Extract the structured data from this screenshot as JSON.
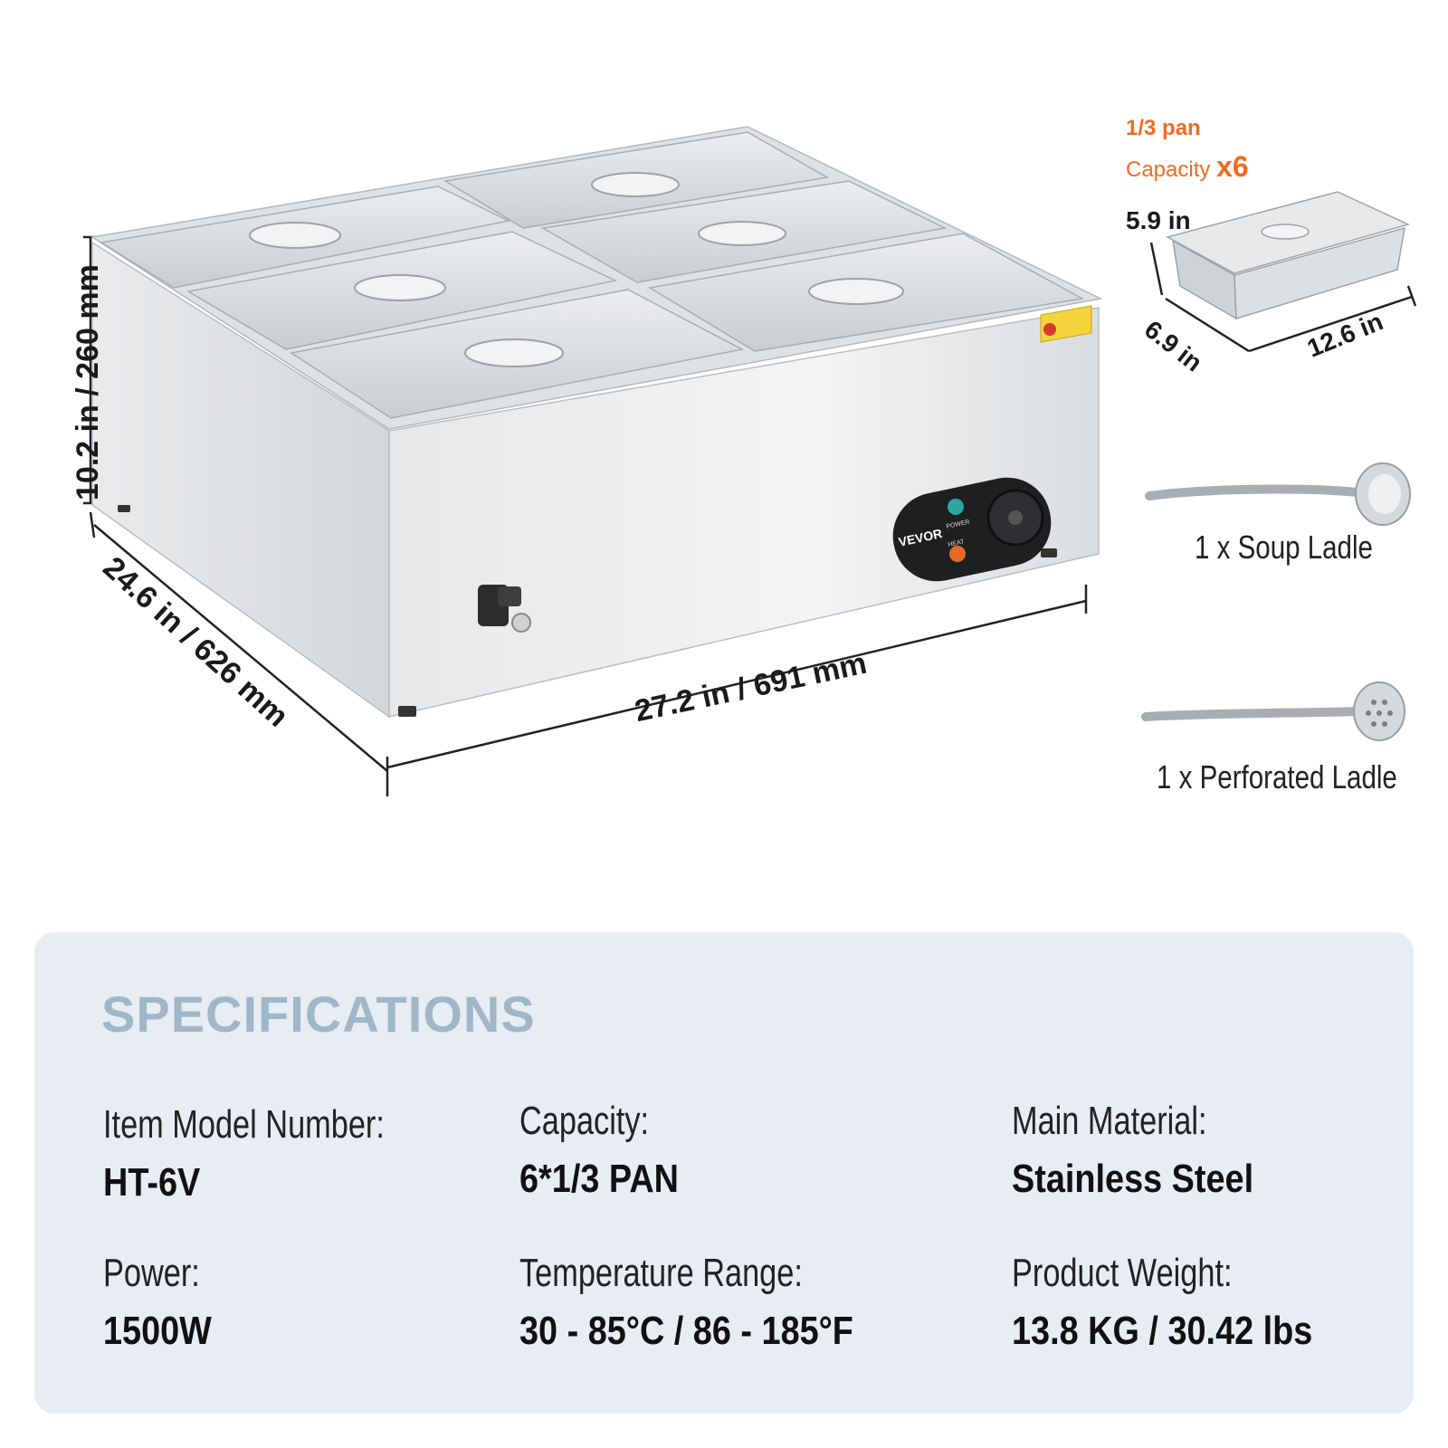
{
  "dimensions": {
    "height": "10.2 in / 260 mm",
    "depth": "24.6 in / 626 mm",
    "width": "27.2 in / 691 mm"
  },
  "pan": {
    "title": "1/3 pan",
    "capacity_label": "Capacity",
    "capacity_multiplier": "x6",
    "height": "5.9 in",
    "width": "6.9 in",
    "length": "12.6 in"
  },
  "accessories": [
    {
      "label": "1 x Soup Ladle"
    },
    {
      "label": "1 x Perforated Ladle"
    }
  ],
  "panel": {
    "brand": "VEVOR",
    "power_indicator": "POWER",
    "heat_indicator": "HEAT"
  },
  "specifications": {
    "title": "SPECIFICATIONS",
    "items": [
      {
        "label": "Item Model Number:",
        "value": "HT-6V"
      },
      {
        "label": "Capacity:",
        "value": "6*1/3  PAN"
      },
      {
        "label": "Main Material:",
        "value": "Stainless Steel"
      },
      {
        "label": "Power:",
        "value": "1500W"
      },
      {
        "label": "Temperature Range:",
        "value": "30 - 85°C / 86 - 185°F"
      },
      {
        "label": "Product Weight:",
        "value": "13.8 KG / 30.42 lbs"
      }
    ]
  },
  "colors": {
    "accent": "#f26a21",
    "spec_title": "#9fb7c8",
    "spec_background": "#e8edf3"
  }
}
